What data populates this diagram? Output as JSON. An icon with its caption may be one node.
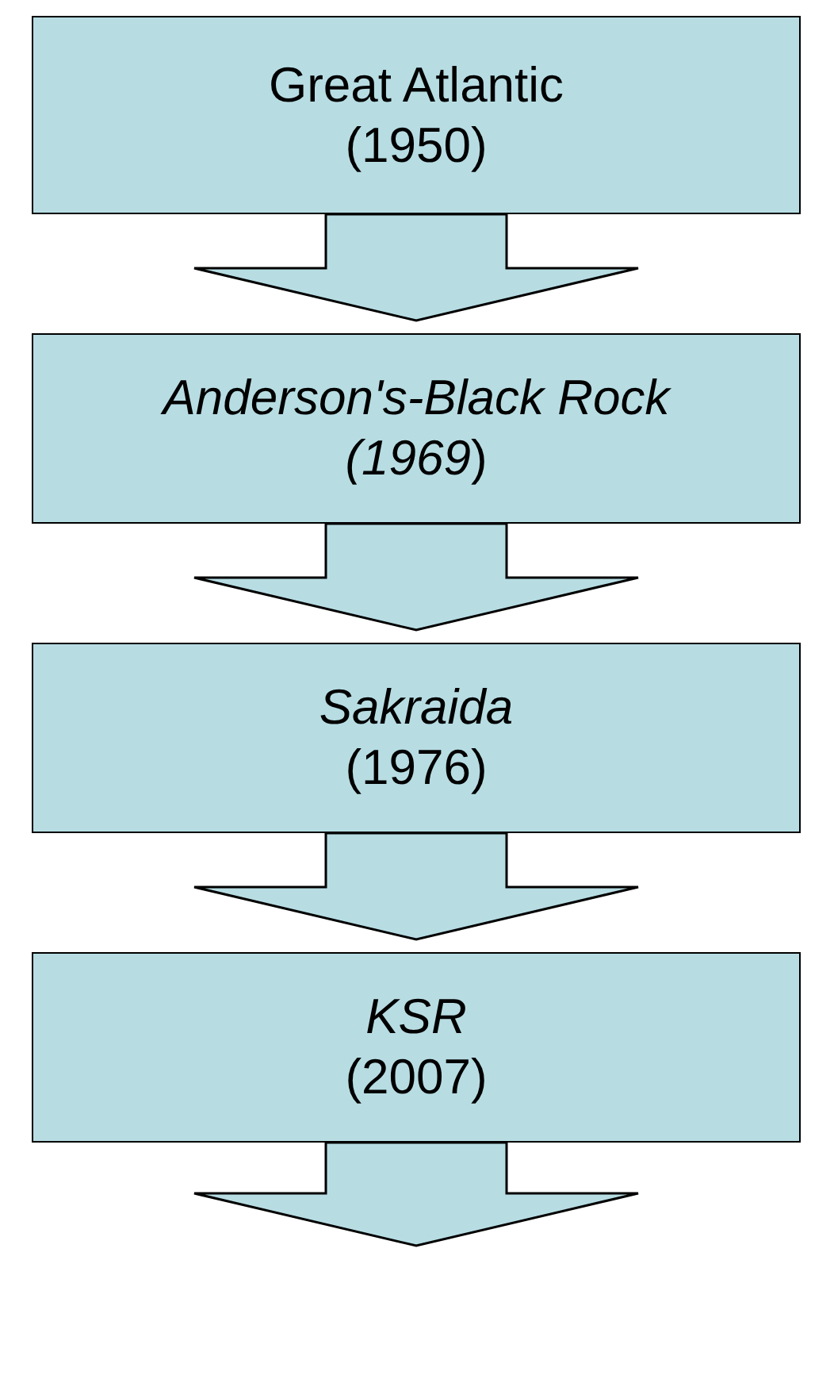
{
  "diagram": {
    "nodes": [
      {
        "text": [
          "Great Atlantic",
          "(1950)"
        ]
      },
      {
        "text": [
          "*Anderson's-Black Rock*",
          "*(1969*)"
        ]
      },
      {
        "text": [
          "*Sakraida*",
          "(1976)"
        ]
      },
      {
        "text": [
          "*KSR*",
          "(2007)"
        ]
      }
    ],
    "edges": [
      {
        "from": 0,
        "to": 1,
        "arrow": "to"
      },
      {
        "from": 1,
        "to": 2,
        "arrow": "to"
      },
      {
        "from": 2,
        "to": 3,
        "arrow": "to"
      },
      {
        "from": 3,
        "to": null,
        "arrow": "to"
      }
    ]
  }
}
